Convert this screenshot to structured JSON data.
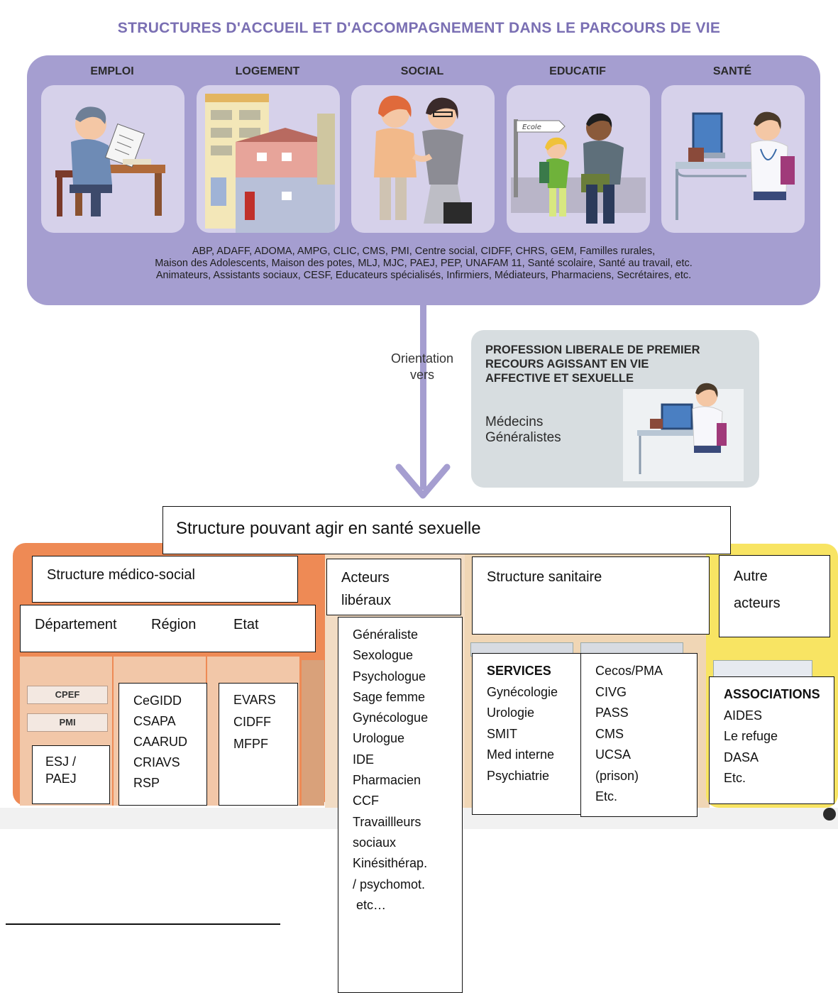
{
  "title": "STRUCTURES D'ACCUEIL ET D'ACCOMPAGNEMENT DANS LE PARCOURS DE VIE",
  "categories": [
    "EMPLOI",
    "LOGEMENT",
    "SOCIAL",
    "EDUCATIF",
    "SANTÉ"
  ],
  "sign_text": "Ecole",
  "organisations": [
    "ABP, ADAFF, ADOMA, AMPG, CLIC, CMS, PMI, Centre social, CIDFF, CHRS, GEM, Familles rurales,",
    "Maison des Adolescents, Maison des potes, MLJ, MJC, PAEJ, PEP, UNAFAM 11, Santé scolaire, Santé au travail, etc.",
    "Animateurs, Assistants sociaux, CESF, Educateurs spécialisés, Infirmiers, Médiateurs, Pharmaciens, Secrétaires, etc."
  ],
  "orientation": [
    "Orientation",
    "vers"
  ],
  "liberal": {
    "title": [
      "PROFESSION LIBERALE DE PREMIER",
      "RECOURS AGISSANT EN VIE",
      "AFFECTIVE ET SEXUELLE"
    ],
    "subtitle": [
      "Médecins",
      "Généralistes"
    ]
  },
  "main_box": "Structure pouvant agir en santé sexuelle",
  "medico_social": {
    "title": "Structure médico-social",
    "levels": [
      "Département",
      "Région",
      "Etat"
    ],
    "pills": [
      "CPEF",
      "PMI"
    ],
    "departement_items": [
      "ESJ /",
      "PAEJ"
    ],
    "region_items": [
      "CeGIDD",
      "CSAPA",
      "CAARUD",
      "CRIAVS",
      "RSP"
    ],
    "etat_items": [
      "EVARS",
      "CIDFF",
      "MFPF"
    ]
  },
  "acteurs_liberaux": {
    "title": [
      "Acteurs",
      "libéraux"
    ],
    "items": [
      "Généraliste",
      "Sexologue",
      "Psychologue",
      "Sage femme",
      "Gynécologue",
      "Urologue",
      "IDE",
      "Pharmacien",
      "CCF",
      "Travaillleurs",
      "sociaux",
      "Kinésithérap.",
      "/ psychomot.",
      " etc…"
    ]
  },
  "sanitaire": {
    "title": "Structure sanitaire",
    "services_title": "SERVICES",
    "services": [
      "Gynécologie",
      "Urologie",
      "SMIT",
      "Med interne",
      "Psychiatrie"
    ],
    "others": [
      "Cecos/PMA",
      "CIVG",
      "PASS",
      "CMS",
      "UCSA",
      "(prison)",
      "Etc."
    ]
  },
  "autres": {
    "title": [
      "Autre",
      "acteurs"
    ],
    "assoc_title": "ASSOCIATIONS",
    "items": [
      "AIDES",
      "Le refuge",
      "DASA",
      "Etc."
    ]
  },
  "colors": {
    "purple": "#a59ed0",
    "title_purple": "#7a6fb3",
    "orange": "#ee8a55",
    "yellow": "#f8e463",
    "grey_panel": "#d7dde0"
  }
}
